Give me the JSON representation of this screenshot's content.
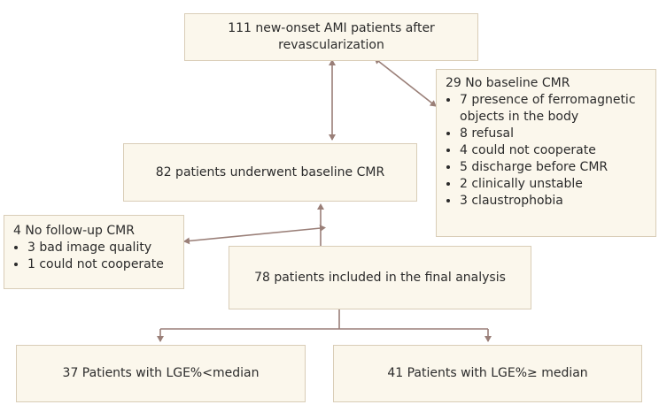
{
  "colors": {
    "box_fill": "#fbf7ec",
    "box_border": "#d9cdb7",
    "arrow": "#9a7f78",
    "text": "#2b2b2b"
  },
  "boxes": {
    "start": {
      "text": "111 new-onset AMI patients after revascularization"
    },
    "baseline": {
      "text": "82 patients underwent baseline CMR"
    },
    "excluded_baseline": {
      "title": "29 No baseline CMR",
      "items": [
        "7 presence of ferromagnetic objects in the body",
        "8 refusal",
        "4 could not cooperate",
        "5 discharge before CMR",
        "2 clinically unstable",
        "3 claustrophobia"
      ]
    },
    "excluded_followup": {
      "title": "4 No follow-up CMR",
      "items": [
        "3 bad image quality",
        "1 could not cooperate"
      ]
    },
    "final": {
      "text": "78 patients included in the final analysis"
    },
    "group_low": {
      "text": "37 Patients with LGE%<median"
    },
    "group_high": {
      "text": "41 Patients with LGE%≥ median"
    }
  }
}
